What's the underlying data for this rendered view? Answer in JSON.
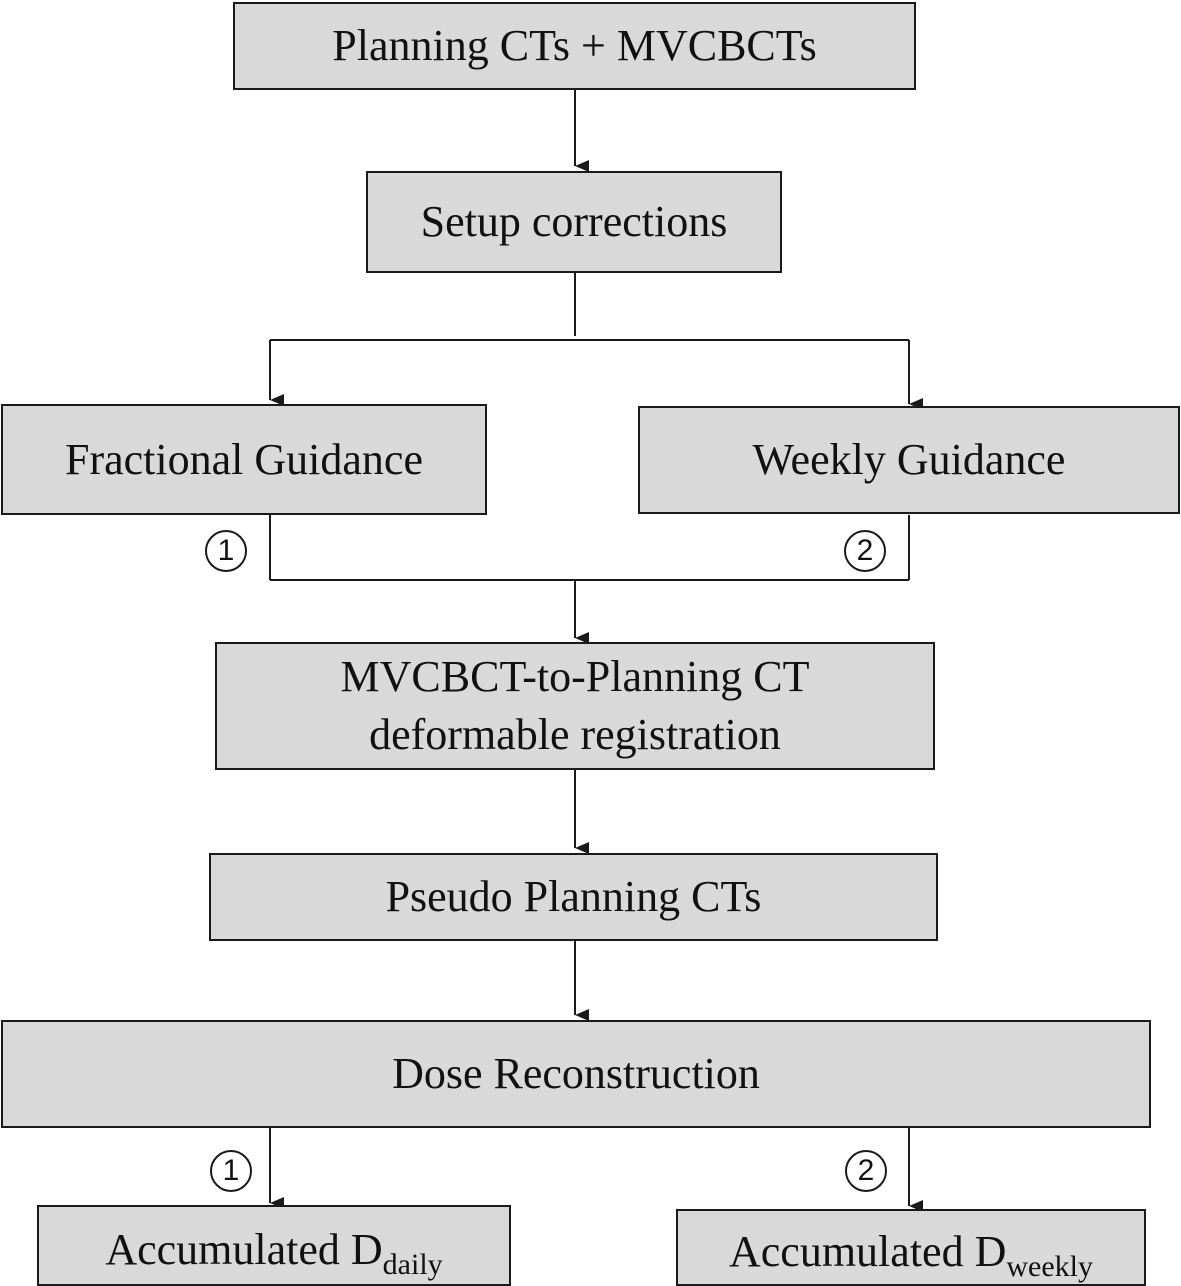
{
  "nodes": {
    "planning": {
      "label": "Planning CTs + MVCBCTs"
    },
    "setup": {
      "label": "Setup corrections"
    },
    "fractional": {
      "label": "Fractional Guidance"
    },
    "weekly": {
      "label": "Weekly Guidance"
    },
    "registration": {
      "line1": "MVCBCT-to-Planning CT",
      "line2": "deformable registration"
    },
    "pseudo": {
      "label": "Pseudo Planning CTs"
    },
    "dose": {
      "label": "Dose Reconstruction"
    },
    "daily_accum": {
      "label": "Accumulated D",
      "subscript": "daily"
    },
    "weekly_accum": {
      "label": "Accumulated D",
      "subscript": "weekly"
    }
  },
  "markers": {
    "one": "1",
    "two": "2"
  },
  "colors": {
    "box_fill": "#d9d9d9",
    "box_border": "#1a1a1a",
    "line": "#1a1a1a",
    "background": "#ffffff"
  }
}
